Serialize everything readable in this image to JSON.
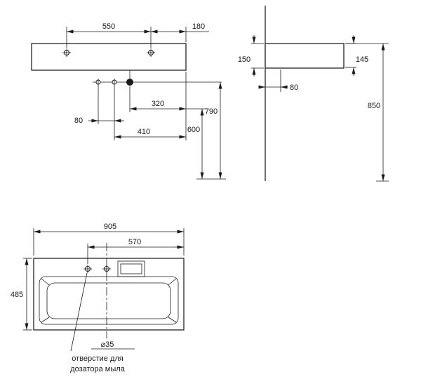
{
  "drawing_title": "washbasin-dimension-drawing",
  "front_view": {
    "dim_550": "550",
    "dim_180": "180",
    "dim_320": "320",
    "dim_80": "80",
    "dim_410": "410",
    "dim_600": "600",
    "dim_790": "790"
  },
  "side_view": {
    "dim_150": "150",
    "dim_145": "145",
    "dim_80": "80",
    "dim_850": "850"
  },
  "top_view": {
    "dim_905": "905",
    "dim_570": "570",
    "dim_485": "485",
    "dim_d35": "⌀35",
    "note_line1": "отверстие для",
    "note_line2": "дозатора мыла"
  },
  "colors": {
    "line": "#1a1a1a",
    "background": "#ffffff"
  }
}
